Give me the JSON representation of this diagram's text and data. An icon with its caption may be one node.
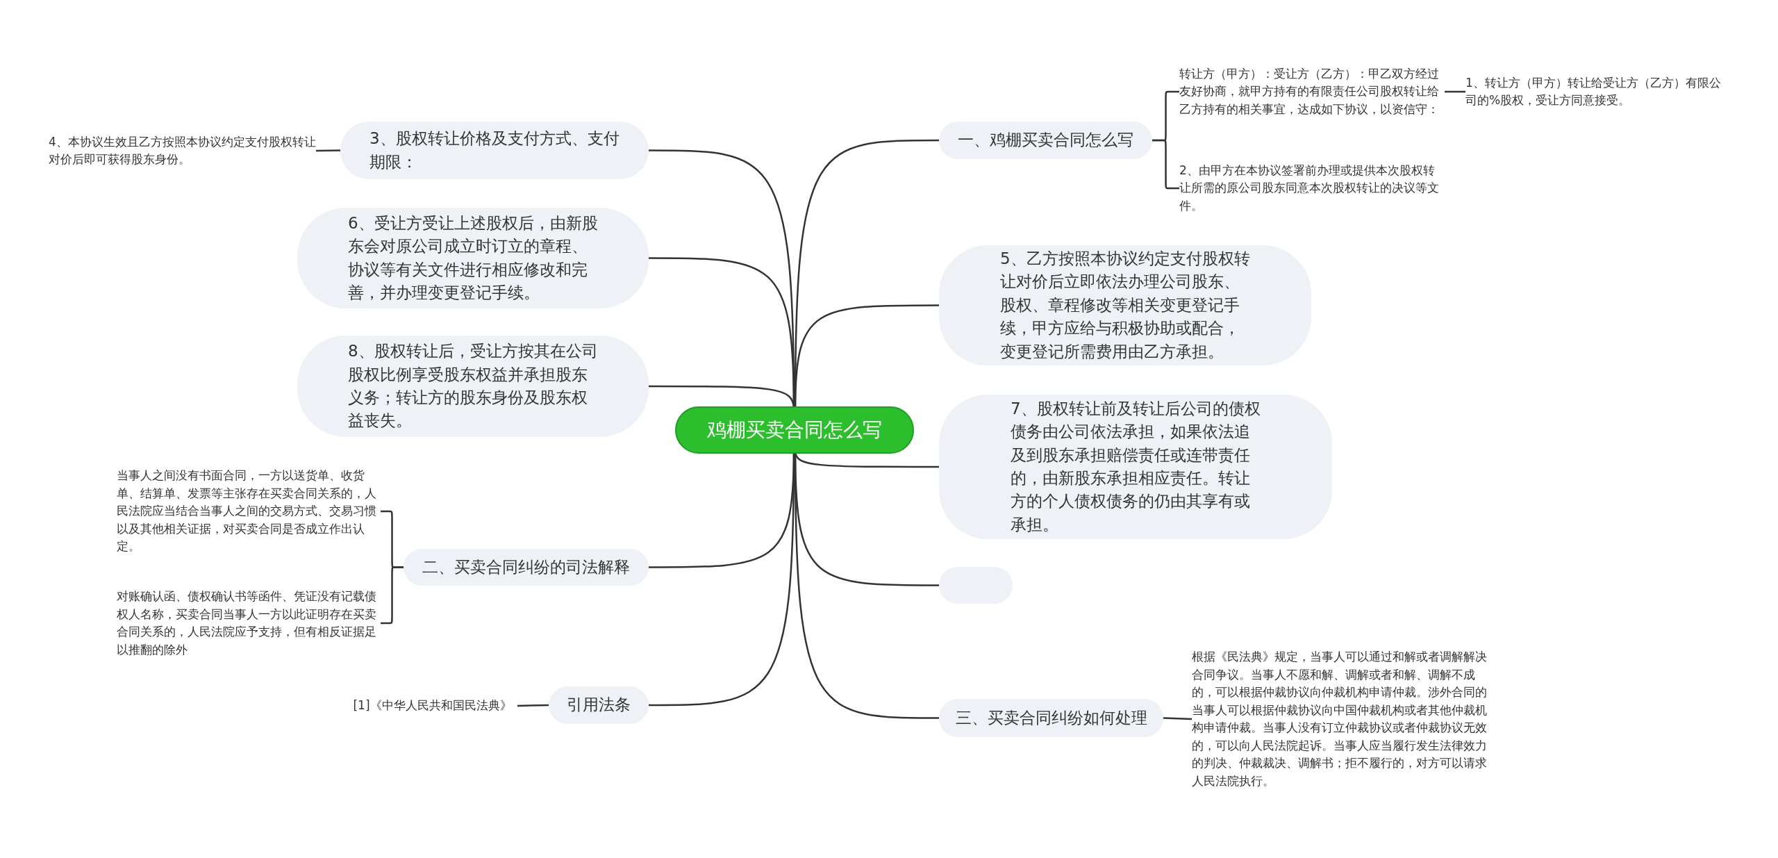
{
  "diagram": {
    "nodes": [
      {
        "text": [
          "鸡棚买卖合同怎么写"
        ]
      },
      {
        "text": [
          "3、股权转让价格及支付方式、支付期限："
        ]
      },
      {
        "text": [
          "4、本协议生效且乙方按照本协议约定支付股权转让对价后即可获得股东身份。"
        ]
      },
      {
        "text": [
          "6、受让方受让上述股权后，由新股东会对原公司成立时订立的章程、协议等有关文件进行相应修改和完善，并办理变更登记手续。"
        ]
      },
      {
        "text": [
          "8、股权转让后，受让方按其在公司股权比例享受股东权益并承担股东义务；转让方的股东身份及股东权益丧失。"
        ]
      },
      {
        "text": [
          "二、买卖合同纠纷的司法解释"
        ]
      },
      {
        "text": [
          "当事人之间没有书面合同，一方以送货单、收货单、结算单、发票等主张存在买卖合同关系的，人民法院应当结合当事人之间的交易方式、交易习惯以及其他相关证据，对买卖合同是否成立作出认定。"
        ]
      },
      {
        "text": [
          "对账确认函、债权确认书等函件、凭证没有记载债权人名称，买卖合同当事人一方以此证明存在买卖合同关系的，人民法院应予支持，但有相反证据足以推翻的除外"
        ]
      },
      {
        "text": [
          "引用法条"
        ]
      },
      {
        "text": [
          "[1]《中华人民共和国民法典》"
        ]
      },
      {
        "text": [
          "一、鸡棚买卖合同怎么写"
        ]
      },
      {
        "text": [
          "转让方（甲方）：受让方（乙方）：甲乙双方经过友好协商，就甲方持有的有限责任公司股权转让给乙方持有的相关事宜，达成如下协议，以资信守："
        ]
      },
      {
        "text": [
          "1、转让方（甲方）转让给受让方（乙方）有限公司的%股权，受让方同意接受。"
        ]
      },
      {
        "text": [
          "2、由甲方在本协议签署前办理或提供本次股权转让所需的原公司股东同意本次股权转让的决议等文件。"
        ]
      },
      {
        "text": [
          "5、乙方按照本协议约定支付股权转让对价后立即依法办理公司股东、股权、章程修改等相关变更登记手续，甲方应给与积极协助或配合，变更登记所需费用由乙方承担。"
        ]
      },
      {
        "text": [
          "7、股权转让前及转让后公司的债权债务由公司依法承担，如果依法追及到股东承担赔偿责任或连带责任的，由新股东承担相应责任。转让方的个人债权债务的仍由其享有或承担。"
        ]
      },
      {
        "text": [],
        "shape": "box"
      },
      {
        "text": [
          "三、买卖合同纠纷如何处理"
        ]
      },
      {
        "text": [
          "根据《民法典》规定，当事人可以通过和解或者调解解决合同争议。当事人不愿和解、调解或者和解、调解不成的，可以根据仲裁协议向仲裁机构申请仲裁。涉外合同的当事人可以根据仲裁协议向中国仲裁机构或者其他仲裁机构申请仲裁。当事人没有订立仲裁协议或者仲裁协议无效的，可以向人民法院起诉。当事人应当履行发生法律效力的判决、仲裁裁决、调解书；拒不履行的，对方可以请求人民法院执行。"
        ]
      }
    ],
    "edges": [
      {
        "from": 0,
        "to": 1,
        "arrow": "none"
      },
      {
        "from": 1,
        "to": 2,
        "arrow": "none"
      },
      {
        "from": 0,
        "to": 3,
        "arrow": "none"
      },
      {
        "from": 0,
        "to": 4,
        "arrow": "none"
      },
      {
        "from": 0,
        "to": 5,
        "arrow": "none"
      },
      {
        "from": 5,
        "to": 6,
        "arrow": "none"
      },
      {
        "from": 5,
        "to": 7,
        "arrow": "none"
      },
      {
        "from": 0,
        "to": 8,
        "arrow": "none"
      },
      {
        "from": 8,
        "to": 9,
        "arrow": "none"
      },
      {
        "from": 0,
        "to": 10,
        "arrow": "none"
      },
      {
        "from": 10,
        "to": 11,
        "arrow": "none"
      },
      {
        "from": 11,
        "to": 12,
        "arrow": "none"
      },
      {
        "from": 10,
        "to": 13,
        "arrow": "none"
      },
      {
        "from": 0,
        "to": 14,
        "arrow": "none"
      },
      {
        "from": 0,
        "to": 15,
        "arrow": "none"
      },
      {
        "from": 0,
        "to": 16,
        "arrow": "none"
      },
      {
        "from": 0,
        "to": 17,
        "arrow": "none"
      },
      {
        "from": 17,
        "to": 18,
        "arrow": "none"
      }
    ]
  }
}
